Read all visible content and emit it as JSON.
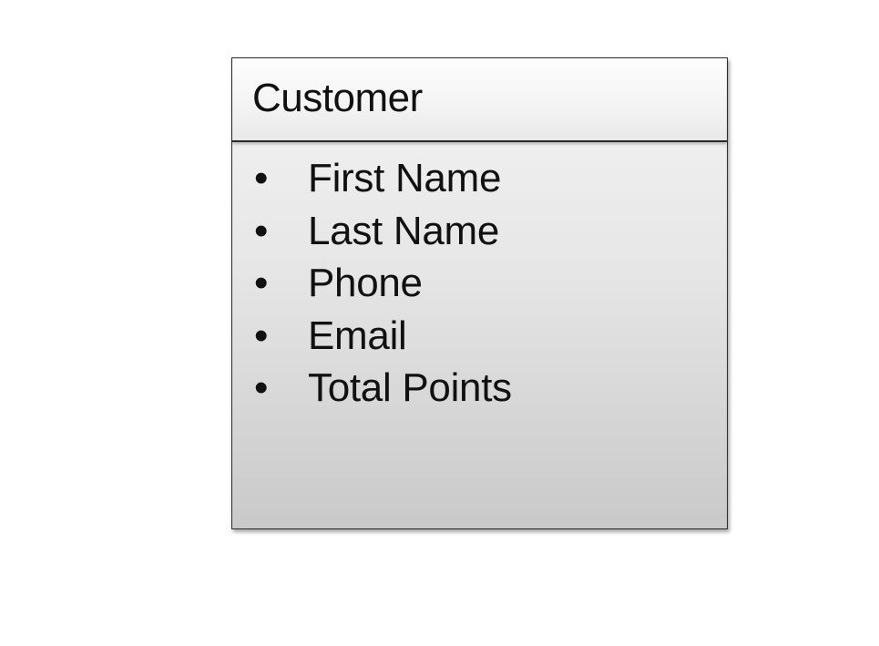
{
  "entity": {
    "title": "Customer",
    "attributes": [
      {
        "bullet": "•",
        "label": "First Name"
      },
      {
        "bullet": "•",
        "label": "Last Name"
      },
      {
        "bullet": "•",
        "label": "Phone"
      },
      {
        "bullet": "•",
        "label": "Email"
      },
      {
        "bullet": "•",
        "label": "Total Points"
      }
    ]
  },
  "colors": {
    "border": "#2b2b2b",
    "text": "#111111",
    "box_fill_top": "#f4f4f4",
    "box_fill_bottom": "#c9c9c9"
  }
}
